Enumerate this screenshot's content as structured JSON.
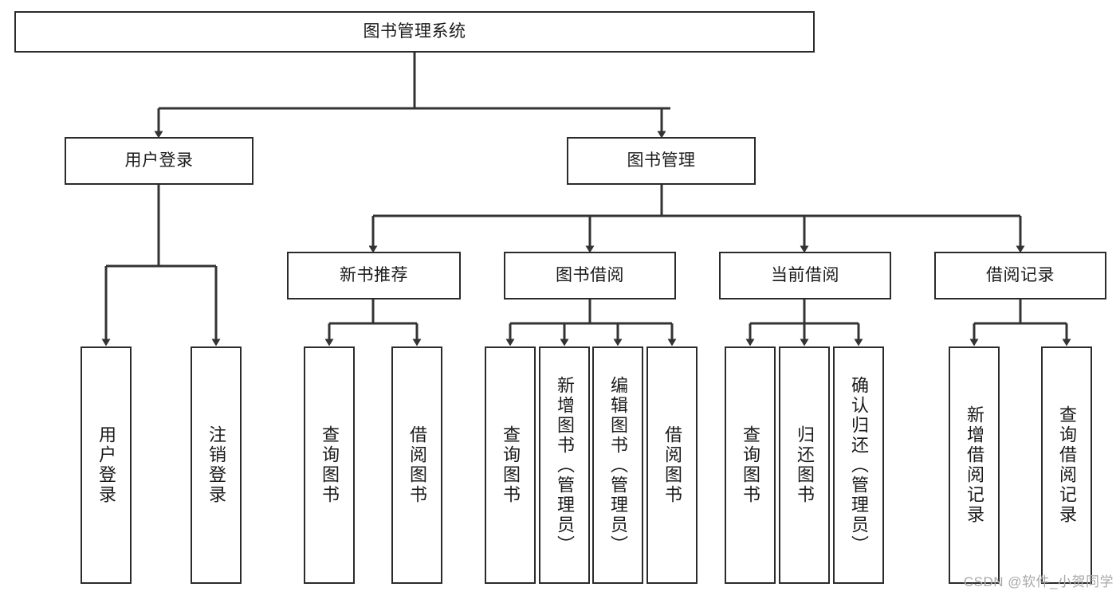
{
  "diagram": {
    "title": "图书管理系统",
    "root": {
      "label": "图书管理系统"
    },
    "level2": [
      {
        "label": "用户登录"
      },
      {
        "label": "图书管理"
      }
    ],
    "level3": [
      {
        "label": "新书推荐"
      },
      {
        "label": "图书借阅"
      },
      {
        "label": "当前借阅"
      },
      {
        "label": "借阅记录"
      }
    ],
    "leaves": {
      "user_login": [
        {
          "label": "用户登录"
        },
        {
          "label": "注销登录"
        }
      ],
      "new_book_recommend": [
        {
          "label": "查询图书"
        },
        {
          "label": "借阅图书"
        }
      ],
      "book_borrow": [
        {
          "label": "查询图书"
        },
        {
          "label": "新增图书（管理员）"
        },
        {
          "label": "编辑图书（管理员）"
        },
        {
          "label": "借阅图书"
        }
      ],
      "current_borrow": [
        {
          "label": "查询图书"
        },
        {
          "label": "归还图书"
        },
        {
          "label": "确认归还（管理员）"
        }
      ],
      "borrow_record": [
        {
          "label": "新增借阅记录"
        },
        {
          "label": "查询借阅记录"
        }
      ]
    }
  },
  "watermark": {
    "text": "CSDN @软件_小贺同学"
  },
  "colors": {
    "box_border": "#2b2b2b",
    "box_fill": "#ffffff",
    "text": "#1a1a1a",
    "connector": "#333333",
    "watermark": "#a9a9a9"
  }
}
